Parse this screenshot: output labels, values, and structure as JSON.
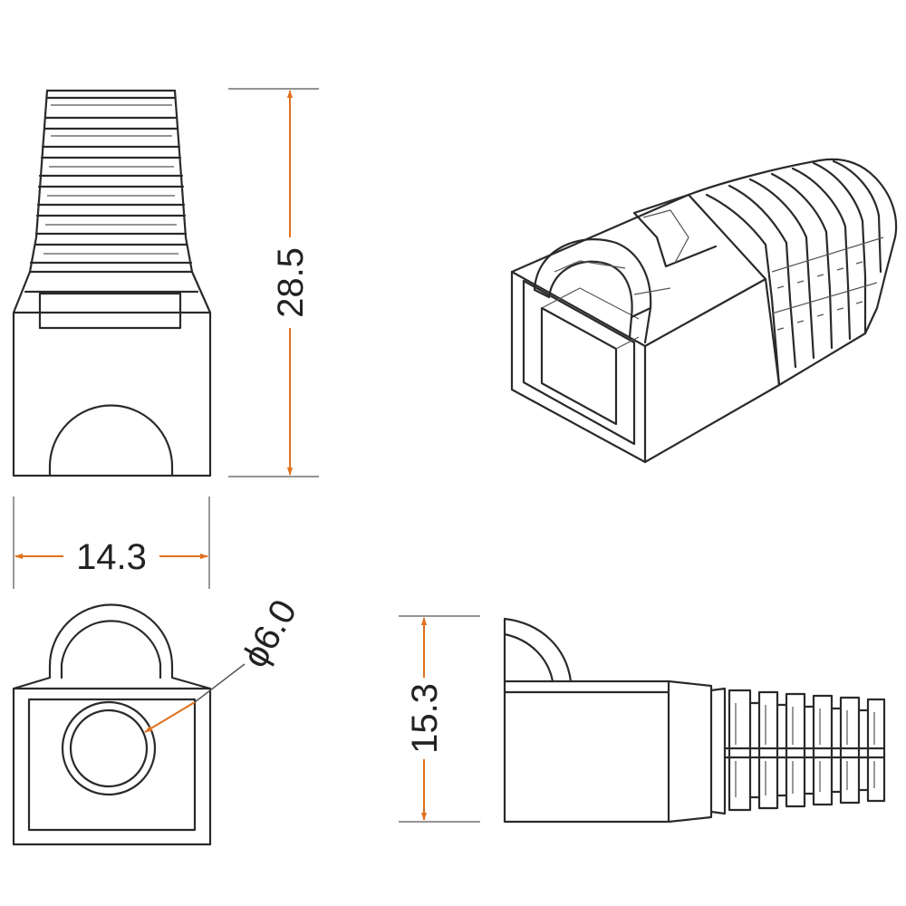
{
  "dimensions": {
    "height": "28.5",
    "width": "14.3",
    "diameter": "ϕ6.0",
    "side_height": "15.3"
  },
  "colors": {
    "outline": "#2a2a2a",
    "dimension_arrow": "#e0701e",
    "background": "#ffffff"
  }
}
